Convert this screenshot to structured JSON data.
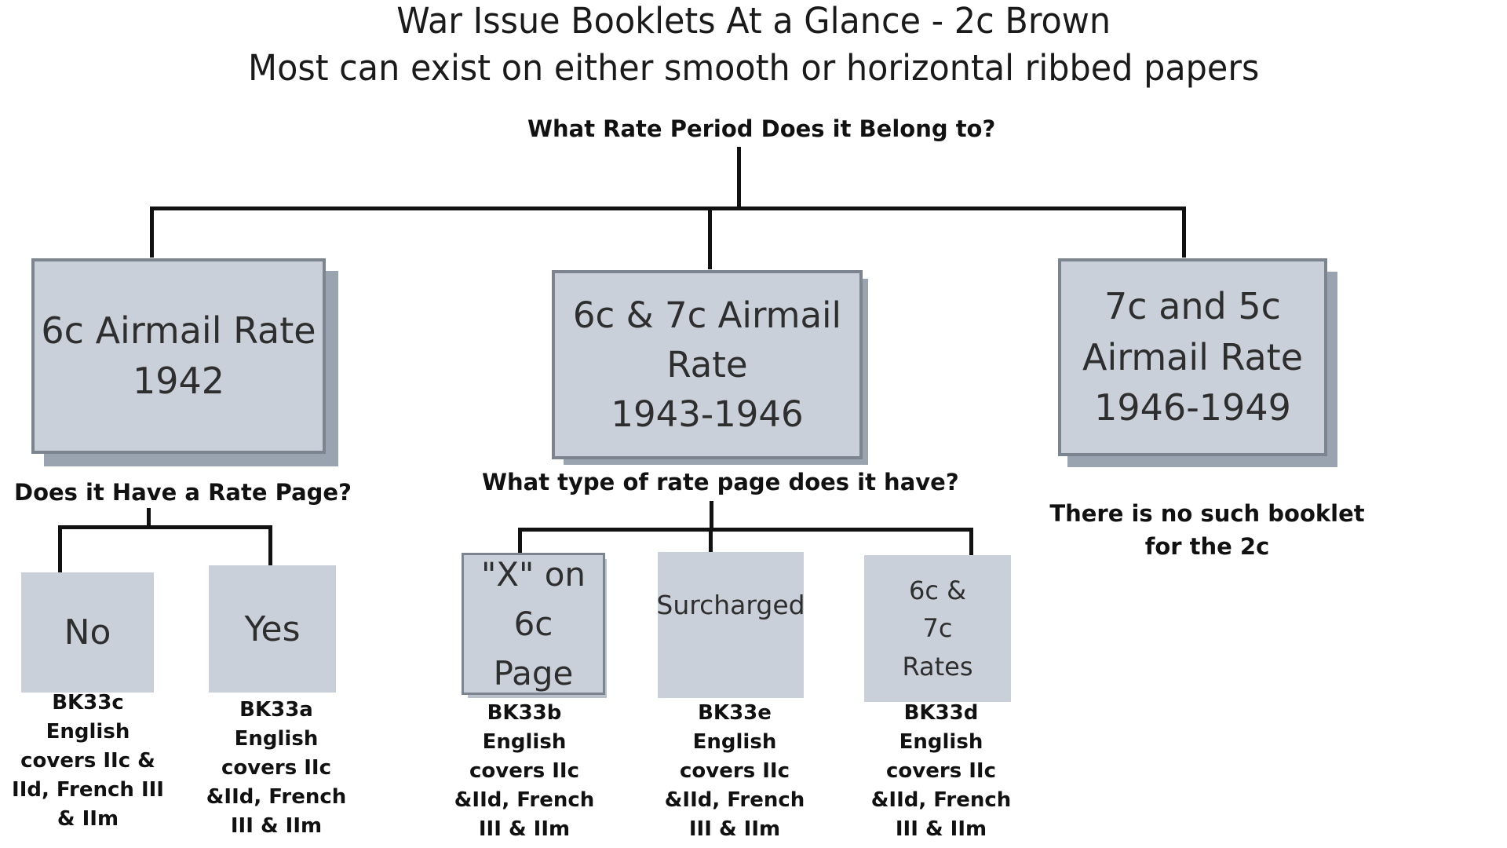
{
  "title": {
    "line1": "War Issue Booklets At a Glance - 2c Brown",
    "line2": "Most can exist on either smooth or horizontal ribbed papers"
  },
  "root_question": "What Rate Period Does it Belong to?",
  "rate_periods": [
    {
      "label": "6c Airmail Rate\n1942"
    },
    {
      "label": "6c & 7c Airmail\nRate\n1943-1946"
    },
    {
      "label": "7c and 5c\nAirmail Rate\n1946-1949"
    }
  ],
  "sub_questions": {
    "left": "Does it Have a Rate Page?",
    "middle": "What type of rate page does it have?"
  },
  "note_right": "There is no such booklet\nfor the 2c",
  "answers": [
    {
      "label": "No",
      "caption": "BK33c\nEnglish\ncovers IIc &\nIId, French III\n& IIm"
    },
    {
      "label": "Yes",
      "caption": "BK33a\nEnglish\ncovers IIc\n&IId, French\nIII & IIm"
    },
    {
      "label": "\"X\" on 6c\nPage",
      "caption": "BK33b\nEnglish\ncovers IIc\n&IId, French\nIII & IIm"
    },
    {
      "label": "Surcharged",
      "caption": "BK33e\nEnglish\ncovers IIc\n&IId, French\nIII & IIm"
    },
    {
      "label": "6c &\n7c\nRates",
      "caption": "BK33d\nEnglish\ncovers IIc\n&IId, French\nIII & IIm"
    }
  ],
  "colors": {
    "box_fill": "#c9d0d9",
    "box_border": "#7b848f",
    "box_shadow": "#9aa4b1",
    "connector": "#111111"
  }
}
